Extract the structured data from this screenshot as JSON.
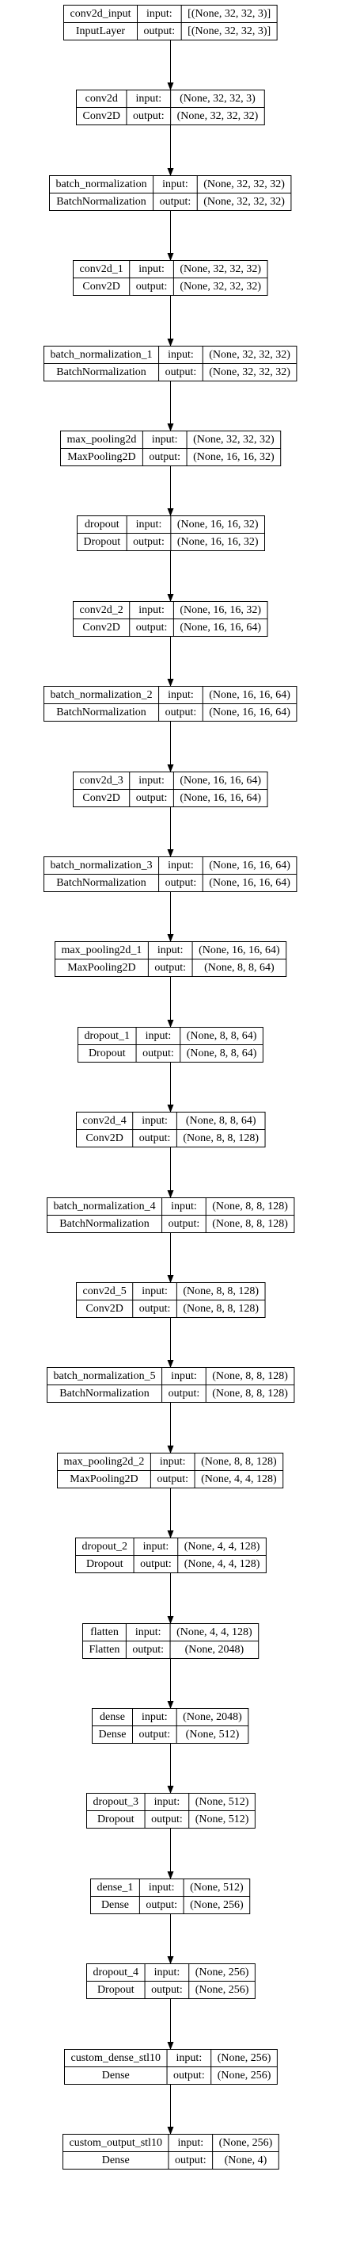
{
  "diagram": {
    "type": "keras-model-plot",
    "port_labels": {
      "input": "input:",
      "output": "output:"
    },
    "layers": [
      {
        "name": "conv2d_input",
        "class": "InputLayer",
        "input": "[(None, 32, 32, 3)]",
        "output": "[(None, 32, 32, 3)]"
      },
      {
        "name": "conv2d",
        "class": "Conv2D",
        "input": "(None, 32, 32, 3)",
        "output": "(None, 32, 32, 32)"
      },
      {
        "name": "batch_normalization",
        "class": "BatchNormalization",
        "input": "(None, 32, 32, 32)",
        "output": "(None, 32, 32, 32)"
      },
      {
        "name": "conv2d_1",
        "class": "Conv2D",
        "input": "(None, 32, 32, 32)",
        "output": "(None, 32, 32, 32)"
      },
      {
        "name": "batch_normalization_1",
        "class": "BatchNormalization",
        "input": "(None, 32, 32, 32)",
        "output": "(None, 32, 32, 32)"
      },
      {
        "name": "max_pooling2d",
        "class": "MaxPooling2D",
        "input": "(None, 32, 32, 32)",
        "output": "(None, 16, 16, 32)"
      },
      {
        "name": "dropout",
        "class": "Dropout",
        "input": "(None, 16, 16, 32)",
        "output": "(None, 16, 16, 32)"
      },
      {
        "name": "conv2d_2",
        "class": "Conv2D",
        "input": "(None, 16, 16, 32)",
        "output": "(None, 16, 16, 64)"
      },
      {
        "name": "batch_normalization_2",
        "class": "BatchNormalization",
        "input": "(None, 16, 16, 64)",
        "output": "(None, 16, 16, 64)"
      },
      {
        "name": "conv2d_3",
        "class": "Conv2D",
        "input": "(None, 16, 16, 64)",
        "output": "(None, 16, 16, 64)"
      },
      {
        "name": "batch_normalization_3",
        "class": "BatchNormalization",
        "input": "(None, 16, 16, 64)",
        "output": "(None, 16, 16, 64)"
      },
      {
        "name": "max_pooling2d_1",
        "class": "MaxPooling2D",
        "input": "(None, 16, 16, 64)",
        "output": "(None, 8, 8, 64)"
      },
      {
        "name": "dropout_1",
        "class": "Dropout",
        "input": "(None, 8, 8, 64)",
        "output": "(None, 8, 8, 64)"
      },
      {
        "name": "conv2d_4",
        "class": "Conv2D",
        "input": "(None, 8, 8, 64)",
        "output": "(None, 8, 8, 128)"
      },
      {
        "name": "batch_normalization_4",
        "class": "BatchNormalization",
        "input": "(None, 8, 8, 128)",
        "output": "(None, 8, 8, 128)"
      },
      {
        "name": "conv2d_5",
        "class": "Conv2D",
        "input": "(None, 8, 8, 128)",
        "output": "(None, 8, 8, 128)"
      },
      {
        "name": "batch_normalization_5",
        "class": "BatchNormalization",
        "input": "(None, 8, 8, 128)",
        "output": "(None, 8, 8, 128)"
      },
      {
        "name": "max_pooling2d_2",
        "class": "MaxPooling2D",
        "input": "(None, 8, 8, 128)",
        "output": "(None, 4, 4, 128)"
      },
      {
        "name": "dropout_2",
        "class": "Dropout",
        "input": "(None, 4, 4, 128)",
        "output": "(None, 4, 4, 128)"
      },
      {
        "name": "flatten",
        "class": "Flatten",
        "input": "(None, 4, 4, 128)",
        "output": "(None, 2048)"
      },
      {
        "name": "dense",
        "class": "Dense",
        "input": "(None, 2048)",
        "output": "(None, 512)"
      },
      {
        "name": "dropout_3",
        "class": "Dropout",
        "input": "(None, 512)",
        "output": "(None, 512)"
      },
      {
        "name": "dense_1",
        "class": "Dense",
        "input": "(None, 512)",
        "output": "(None, 256)"
      },
      {
        "name": "dropout_4",
        "class": "Dropout",
        "input": "(None, 256)",
        "output": "(None, 256)"
      },
      {
        "name": "custom_dense_stl10",
        "class": "Dense",
        "input": "(None, 256)",
        "output": "(None, 256)"
      },
      {
        "name": "custom_output_stl10",
        "class": "Dense",
        "input": "(None, 256)",
        "output": "(None, 4)"
      }
    ]
  }
}
